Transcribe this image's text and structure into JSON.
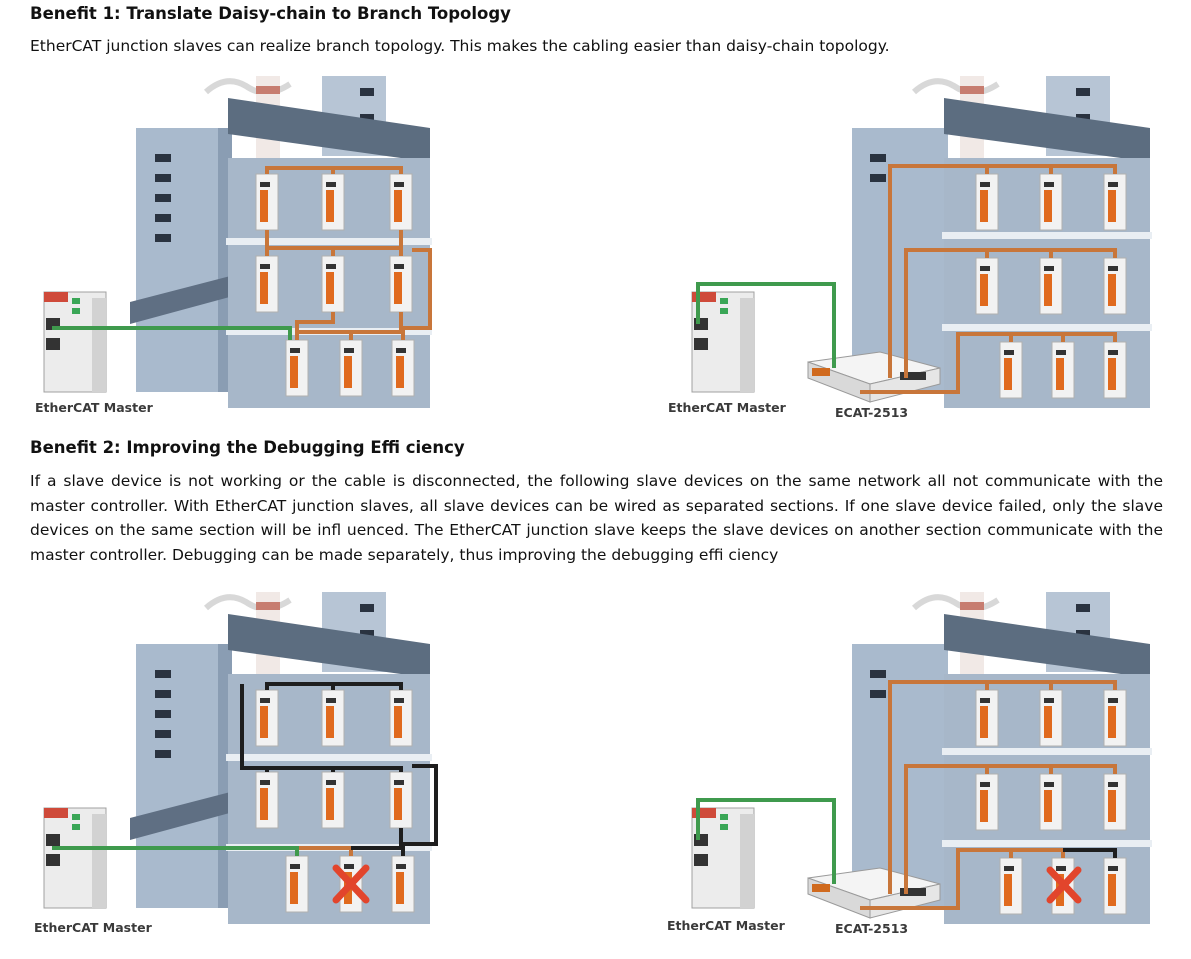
{
  "benefit1": {
    "title": "Benefit 1: Translate Daisy-chain to Branch Topology",
    "description": "EtherCAT junction slaves can realize branch topology. This makes the cabling easier than daisy-chain topology."
  },
  "benefit2": {
    "title": "Benefit 2: Improving the Debugging Effi ciency",
    "description": "If a slave device is not working or the cable is disconnected, the following slave devices on the same network all not communicate with the master controller. With EtherCAT junction slaves, all slave devices can be wired as separated sections. If one slave device failed, only the slave devices on the same section will be infl uenced. The EtherCAT junction slave keeps the slave devices on another section communicate with the master controller. Debugging can be made separately, thus improving the debugging effi ciency"
  },
  "labels": {
    "master": "EtherCAT Master",
    "junction": "ECAT-2513"
  },
  "colors": {
    "cable_orange": "#c8763a",
    "cable_green": "#3f9a4d",
    "cable_black": "#1e1e1e",
    "failure_mark": "#e2452c",
    "building": "#9fb1c6"
  }
}
